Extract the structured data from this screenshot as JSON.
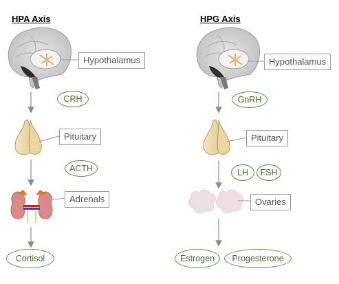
{
  "hpa": {
    "title": "HPA Axis",
    "labels": {
      "hypothalamus": "Hypothalamus",
      "pituitary": "Pituitary",
      "adrenals": "Adrenals"
    },
    "hormones": {
      "crh": "CRH",
      "acth": "ACTH",
      "cortisol": "Cortisol"
    }
  },
  "hpg": {
    "title": "HPG Axis",
    "labels": {
      "hypothalamus": "Hypothalamus",
      "pituitary": "Pituitary",
      "ovaries": "Ovaries"
    },
    "hormones": {
      "gnrh": "GnRH",
      "lh": "LH",
      "fsh": "FSH",
      "estrogen": "Estrogen",
      "progesterone": "Progesterone"
    }
  },
  "colors": {
    "pill_border": "#5a8f3b",
    "pill_text": "#3f6e27",
    "label_border": "#9a9a9a",
    "arrow": "#8c8c8c"
  }
}
